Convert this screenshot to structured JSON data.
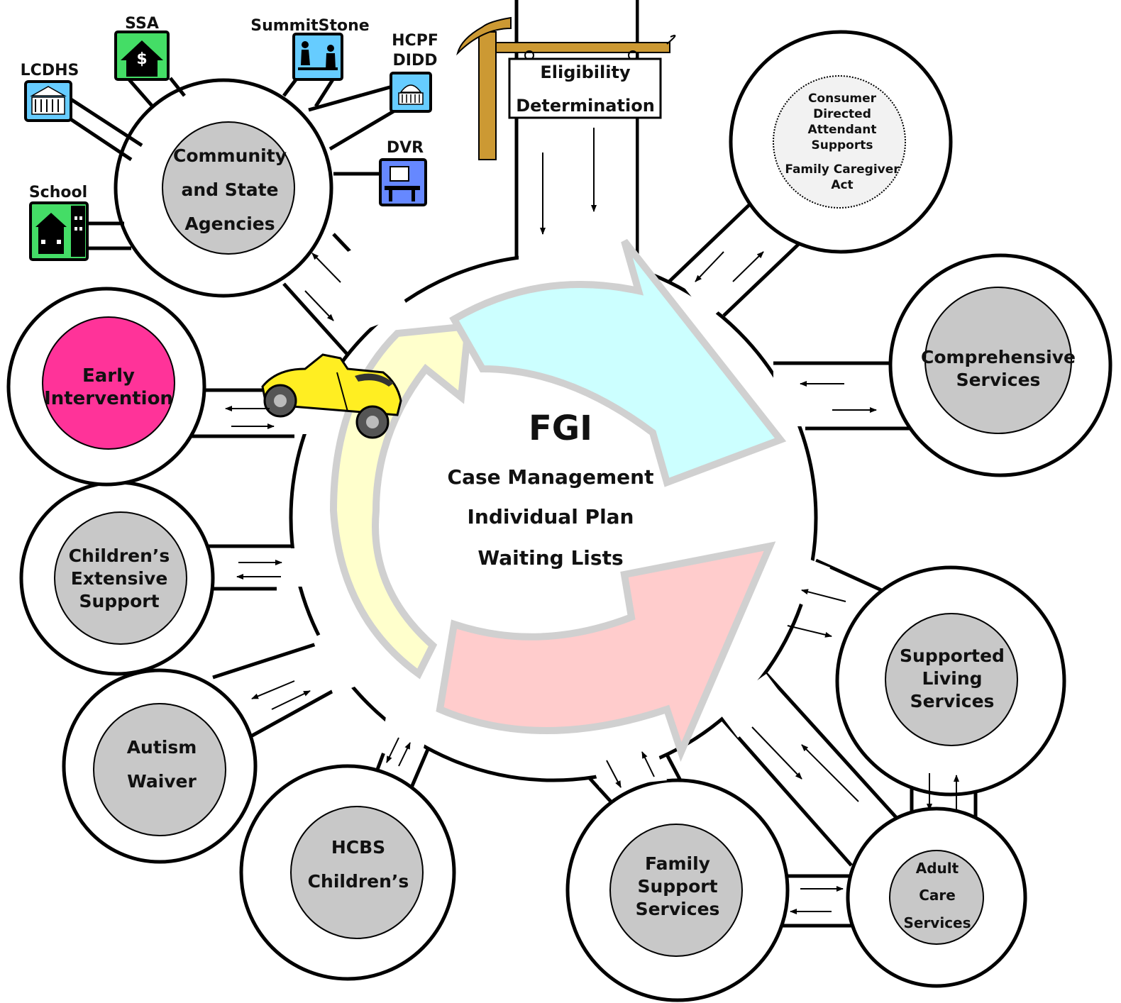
{
  "center": {
    "title": "FGI",
    "lines": [
      "Case Management",
      "Individual Plan",
      "Waiting Lists"
    ]
  },
  "sign": {
    "lines": [
      "Eligibility",
      "Determination"
    ]
  },
  "hub": {
    "lines": [
      "Community",
      "and State",
      "Agencies"
    ]
  },
  "agencies": [
    {
      "label": "LCDHS",
      "icon": "courthouse-icon"
    },
    {
      "label": "SSA",
      "icon": "house-dollar-icon"
    },
    {
      "label": "SummitStone",
      "icon": "counseling-icon"
    },
    {
      "label": "HCPF DIDD",
      "lines": [
        "HCPF",
        "DIDD"
      ],
      "icon": "capitol-icon"
    },
    {
      "label": "DVR",
      "icon": "computer-desk-icon"
    },
    {
      "label": "School",
      "icon": "school-icon"
    }
  ],
  "services": {
    "early_intervention": [
      "Early",
      "Intervention"
    ],
    "cdas": [
      "Consumer",
      "Directed",
      "Attendant",
      "Supports",
      "Family Caregiver",
      "Act"
    ],
    "comprehensive": [
      "Comprehensive",
      "Services"
    ],
    "childrens_extensive": [
      "Children’s",
      "Extensive",
      "Support"
    ],
    "supported_living": [
      "Supported",
      "Living",
      "Services"
    ],
    "autism": [
      "Autism",
      "Waiver"
    ],
    "hcbs": [
      "HCBS",
      "Children’s"
    ],
    "family_support": [
      "Family",
      "Support",
      "Services"
    ],
    "adult_care": [
      "Adult",
      "Care",
      "Services"
    ]
  },
  "colors": {
    "early_intervention": "#ff3399",
    "service_bubble": "#c8c8c8",
    "cycle_yellow": "#ffffcc",
    "cycle_cyan": "#ccffff",
    "cycle_pink": "#ffcccc",
    "car": "#ffee22",
    "sign_post": "#cc9933"
  }
}
